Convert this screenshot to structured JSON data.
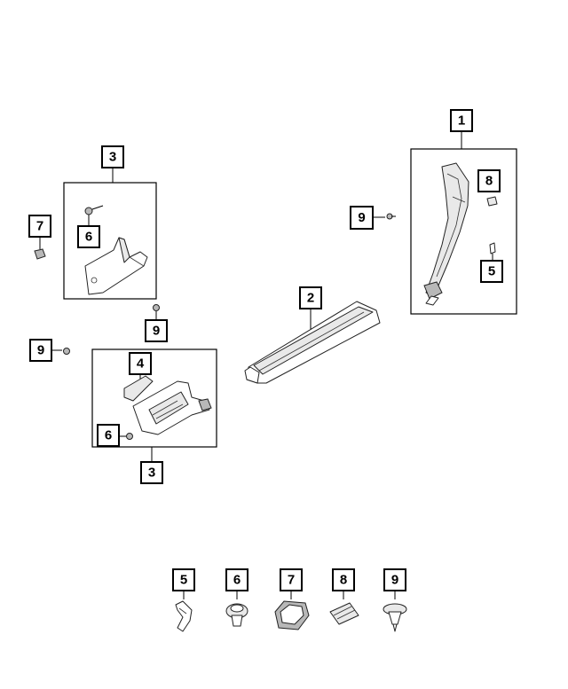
{
  "callouts": {
    "c1": "1",
    "c2": "2",
    "c3_top": "3",
    "c3_bottom": "3",
    "c4": "4",
    "c5_frame": "5",
    "c6_top": "6",
    "c6_bottom": "6",
    "c7_left": "7",
    "c8_frame": "8",
    "c9_right": "9",
    "c9_mid": "9",
    "c9_left": "9"
  },
  "legend": [
    {
      "label": "5",
      "icon": "nut-clip-icon"
    },
    {
      "label": "6",
      "icon": "push-pin-fastener-icon"
    },
    {
      "label": "7",
      "icon": "retainer-clip-icon"
    },
    {
      "label": "8",
      "icon": "spring-clip-icon"
    },
    {
      "label": "9",
      "icon": "push-rivet-icon"
    }
  ]
}
